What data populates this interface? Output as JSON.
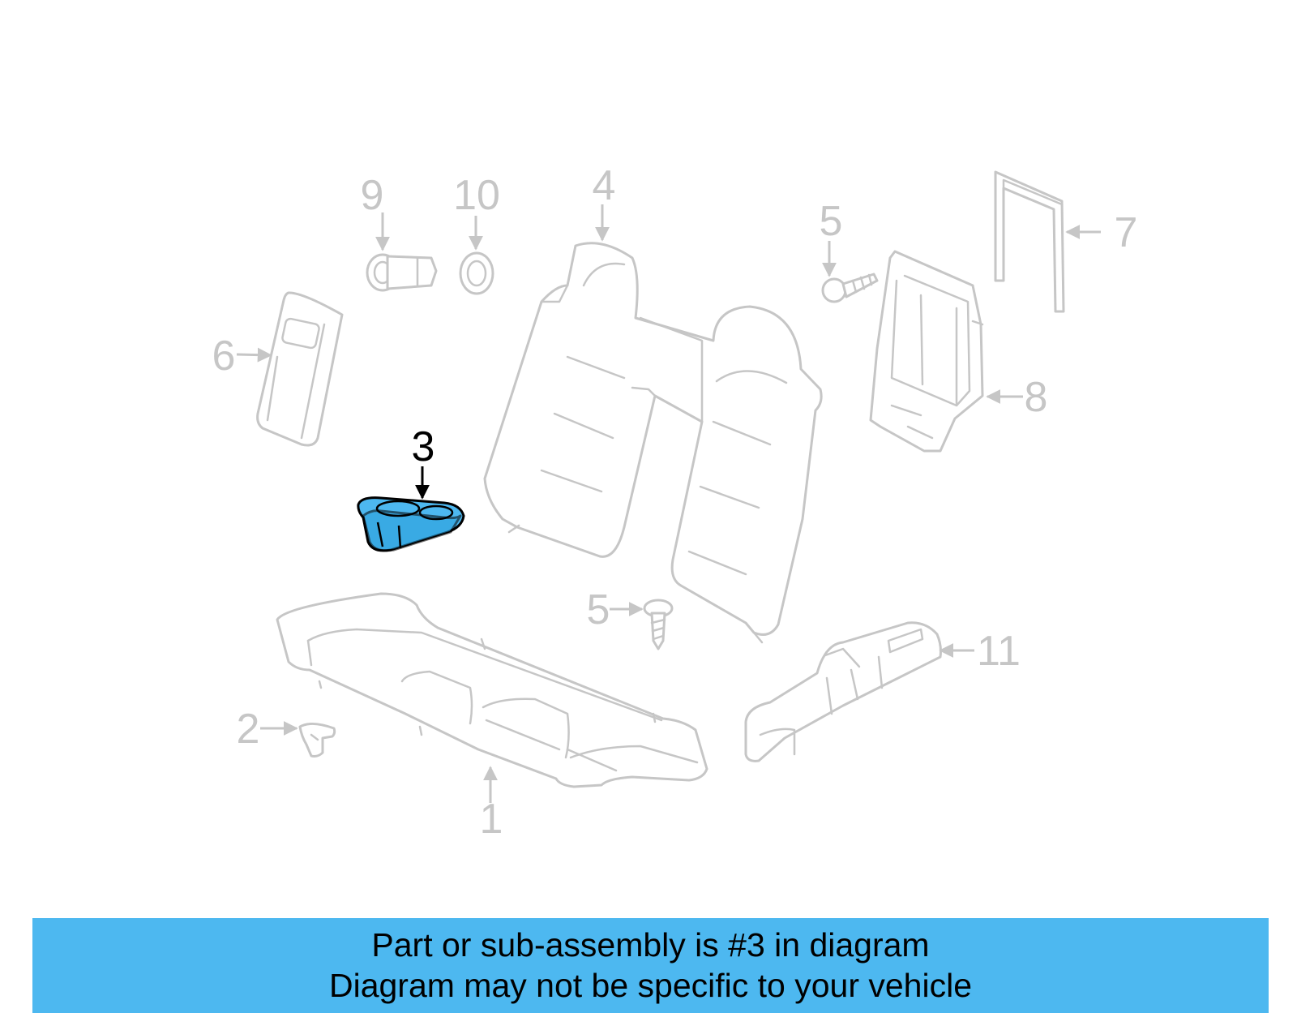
{
  "diagram": {
    "highlight_color": "#4db8f0",
    "label_color": "#c6c6c6",
    "highlight_label_color": "#000000",
    "callouts": [
      "1",
      "2",
      "3",
      "4",
      "5",
      "5",
      "6",
      "7",
      "8",
      "9",
      "10",
      "11"
    ],
    "highlighted_part": "3"
  },
  "banner": {
    "line1": "Part or sub-assembly is #3 in diagram",
    "line2": "Diagram may not be specific to your vehicle"
  }
}
